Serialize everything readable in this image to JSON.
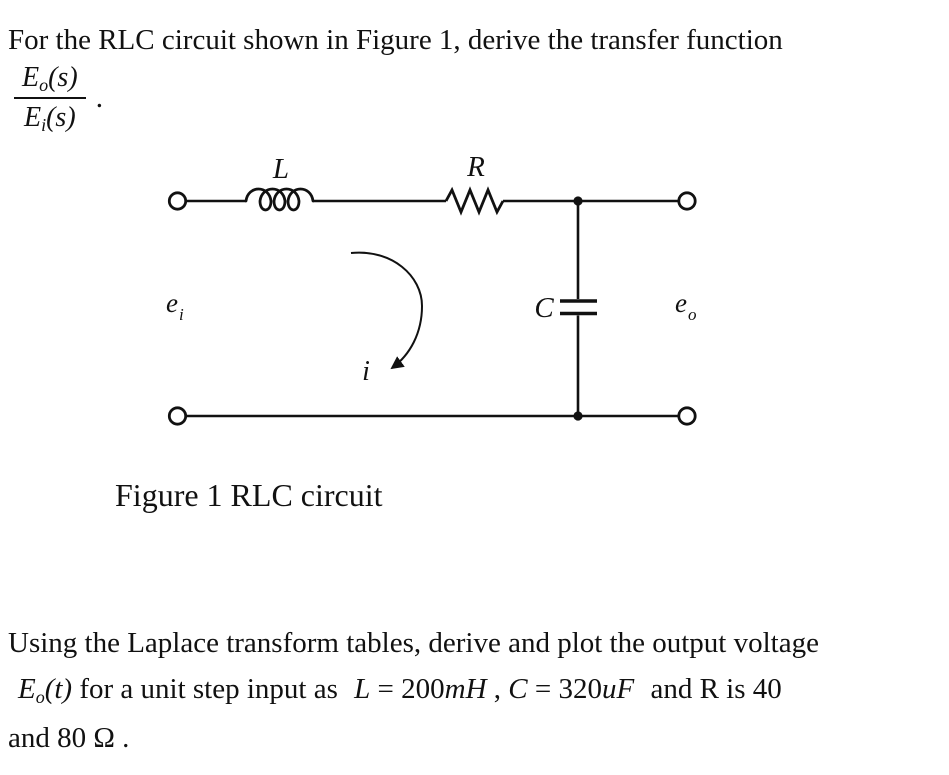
{
  "document": {
    "intro": "For the RLC circuit shown in Figure 1, derive the transfer function",
    "transfer_function": {
      "num_symbol": "E",
      "num_subscript": "o",
      "num_argument": "(s)",
      "den_symbol": "E",
      "den_subscript": "i",
      "den_argument": "(s)",
      "period": "."
    },
    "figure_caption": "Figure 1 RLC circuit",
    "task": {
      "line1": "Using the Laplace transform tables, derive and plot the output voltage",
      "line2": {
        "E_symbol": "E",
        "E_subscript": "o",
        "E_argument": "(t)",
        "text_after_E": " for a unit step input as ",
        "L_symbol": "L",
        "L_value": " = 200",
        "L_unit": "mH",
        "separator": " , ",
        "C_symbol": "C",
        "C_value": " = 320",
        "C_unit": "uF",
        "text_tail": " and R is 40"
      },
      "line3": "and 80 Ω ."
    }
  },
  "circuit": {
    "ink_color": "#111111",
    "labels": {
      "inductor": "L",
      "resistor": "R",
      "capacitor": "C",
      "current": "i",
      "input_base": "e",
      "input_subscript": "i",
      "output_base": "e",
      "output_subscript": "o"
    }
  }
}
